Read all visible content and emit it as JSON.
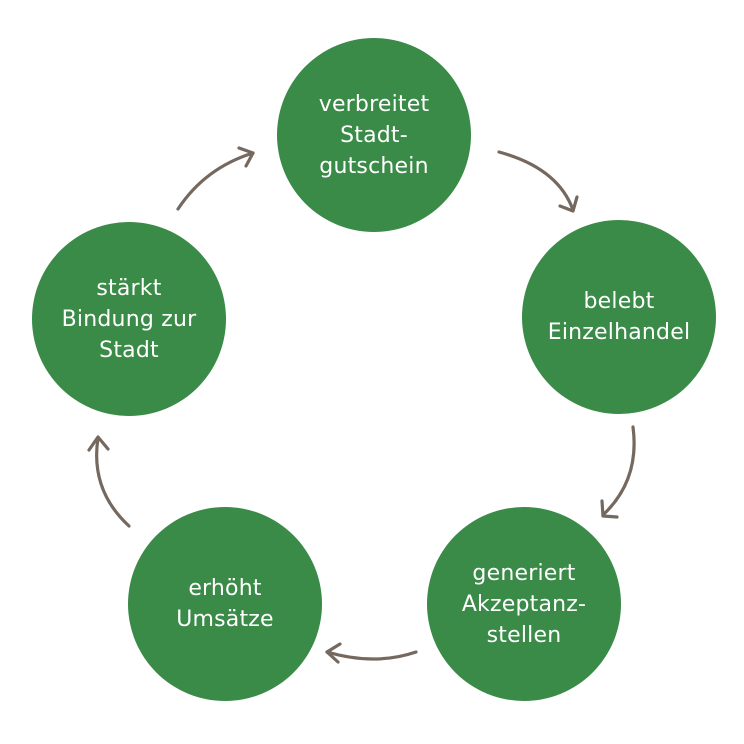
{
  "diagram": {
    "type": "cycle",
    "node_color": "#3a8a48",
    "arrow_color": "#75685f",
    "nodes": [
      {
        "lines": [
          "verbreitet",
          "Stadt-",
          "gutschein"
        ]
      },
      {
        "lines": [
          "belebt",
          "Einzelhandel"
        ]
      },
      {
        "lines": [
          "generiert",
          "Akzeptanz-",
          "stellen"
        ]
      },
      {
        "lines": [
          "erhöht",
          "Umsätze"
        ]
      },
      {
        "lines": [
          "stärkt",
          "Bindung zur",
          "Stadt"
        ]
      }
    ]
  }
}
